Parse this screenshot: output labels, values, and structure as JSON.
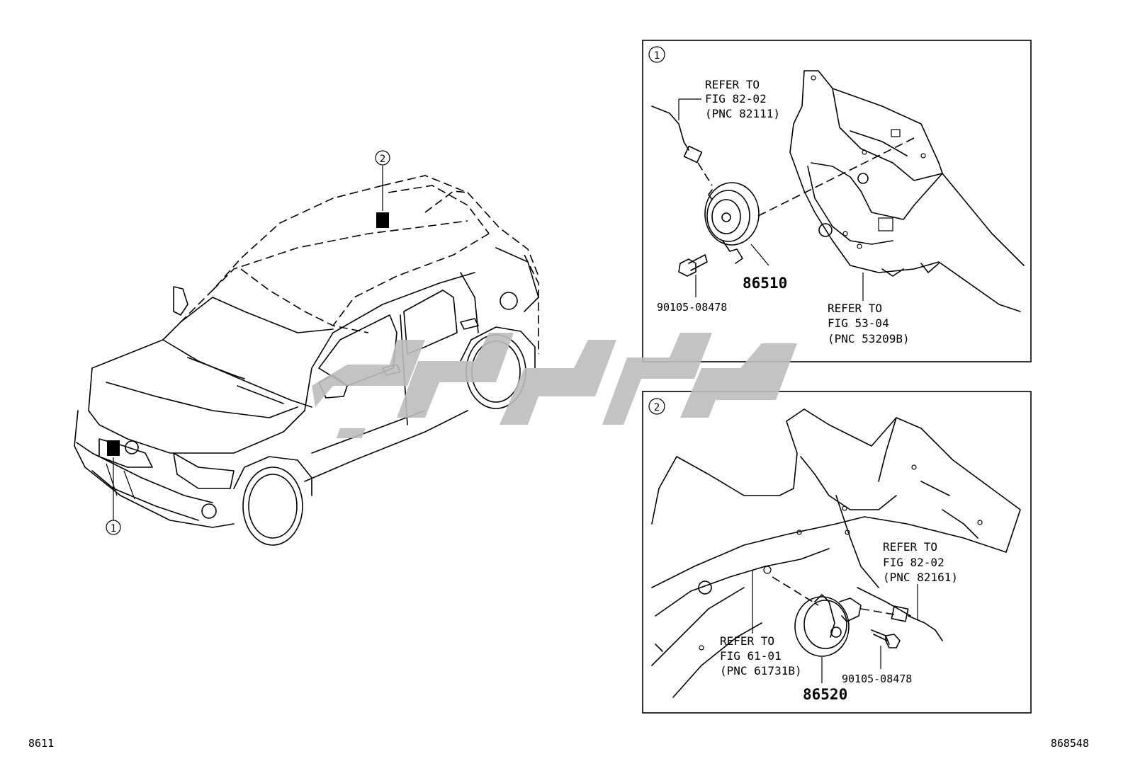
{
  "callouts": {
    "front_marker": "1",
    "rear_marker": "2",
    "panel1_tag": "1",
    "panel2_tag": "2"
  },
  "panel1": {
    "ref_wire": [
      "REFER TO",
      "FIG 82-02",
      "(PNC 82111)"
    ],
    "ref_body": [
      "REFER TO",
      "FIG 53-04",
      "(PNC 53209B)"
    ],
    "part_horn": "86510",
    "part_bolt": "90105-08478"
  },
  "panel2": {
    "ref_wire": [
      "REFER TO",
      "FIG 82-02",
      "(PNC 82161)"
    ],
    "ref_body": [
      "REFER TO",
      "FIG 61-01",
      "(PNC 61731B)"
    ],
    "part_horn": "86520",
    "part_bolt": "90105-08478"
  },
  "footer": {
    "figure_code": "8611",
    "illustration_code": "868548"
  },
  "colors": {
    "line": "#000000",
    "watermark": "#bdbdbd",
    "background": "#ffffff"
  }
}
